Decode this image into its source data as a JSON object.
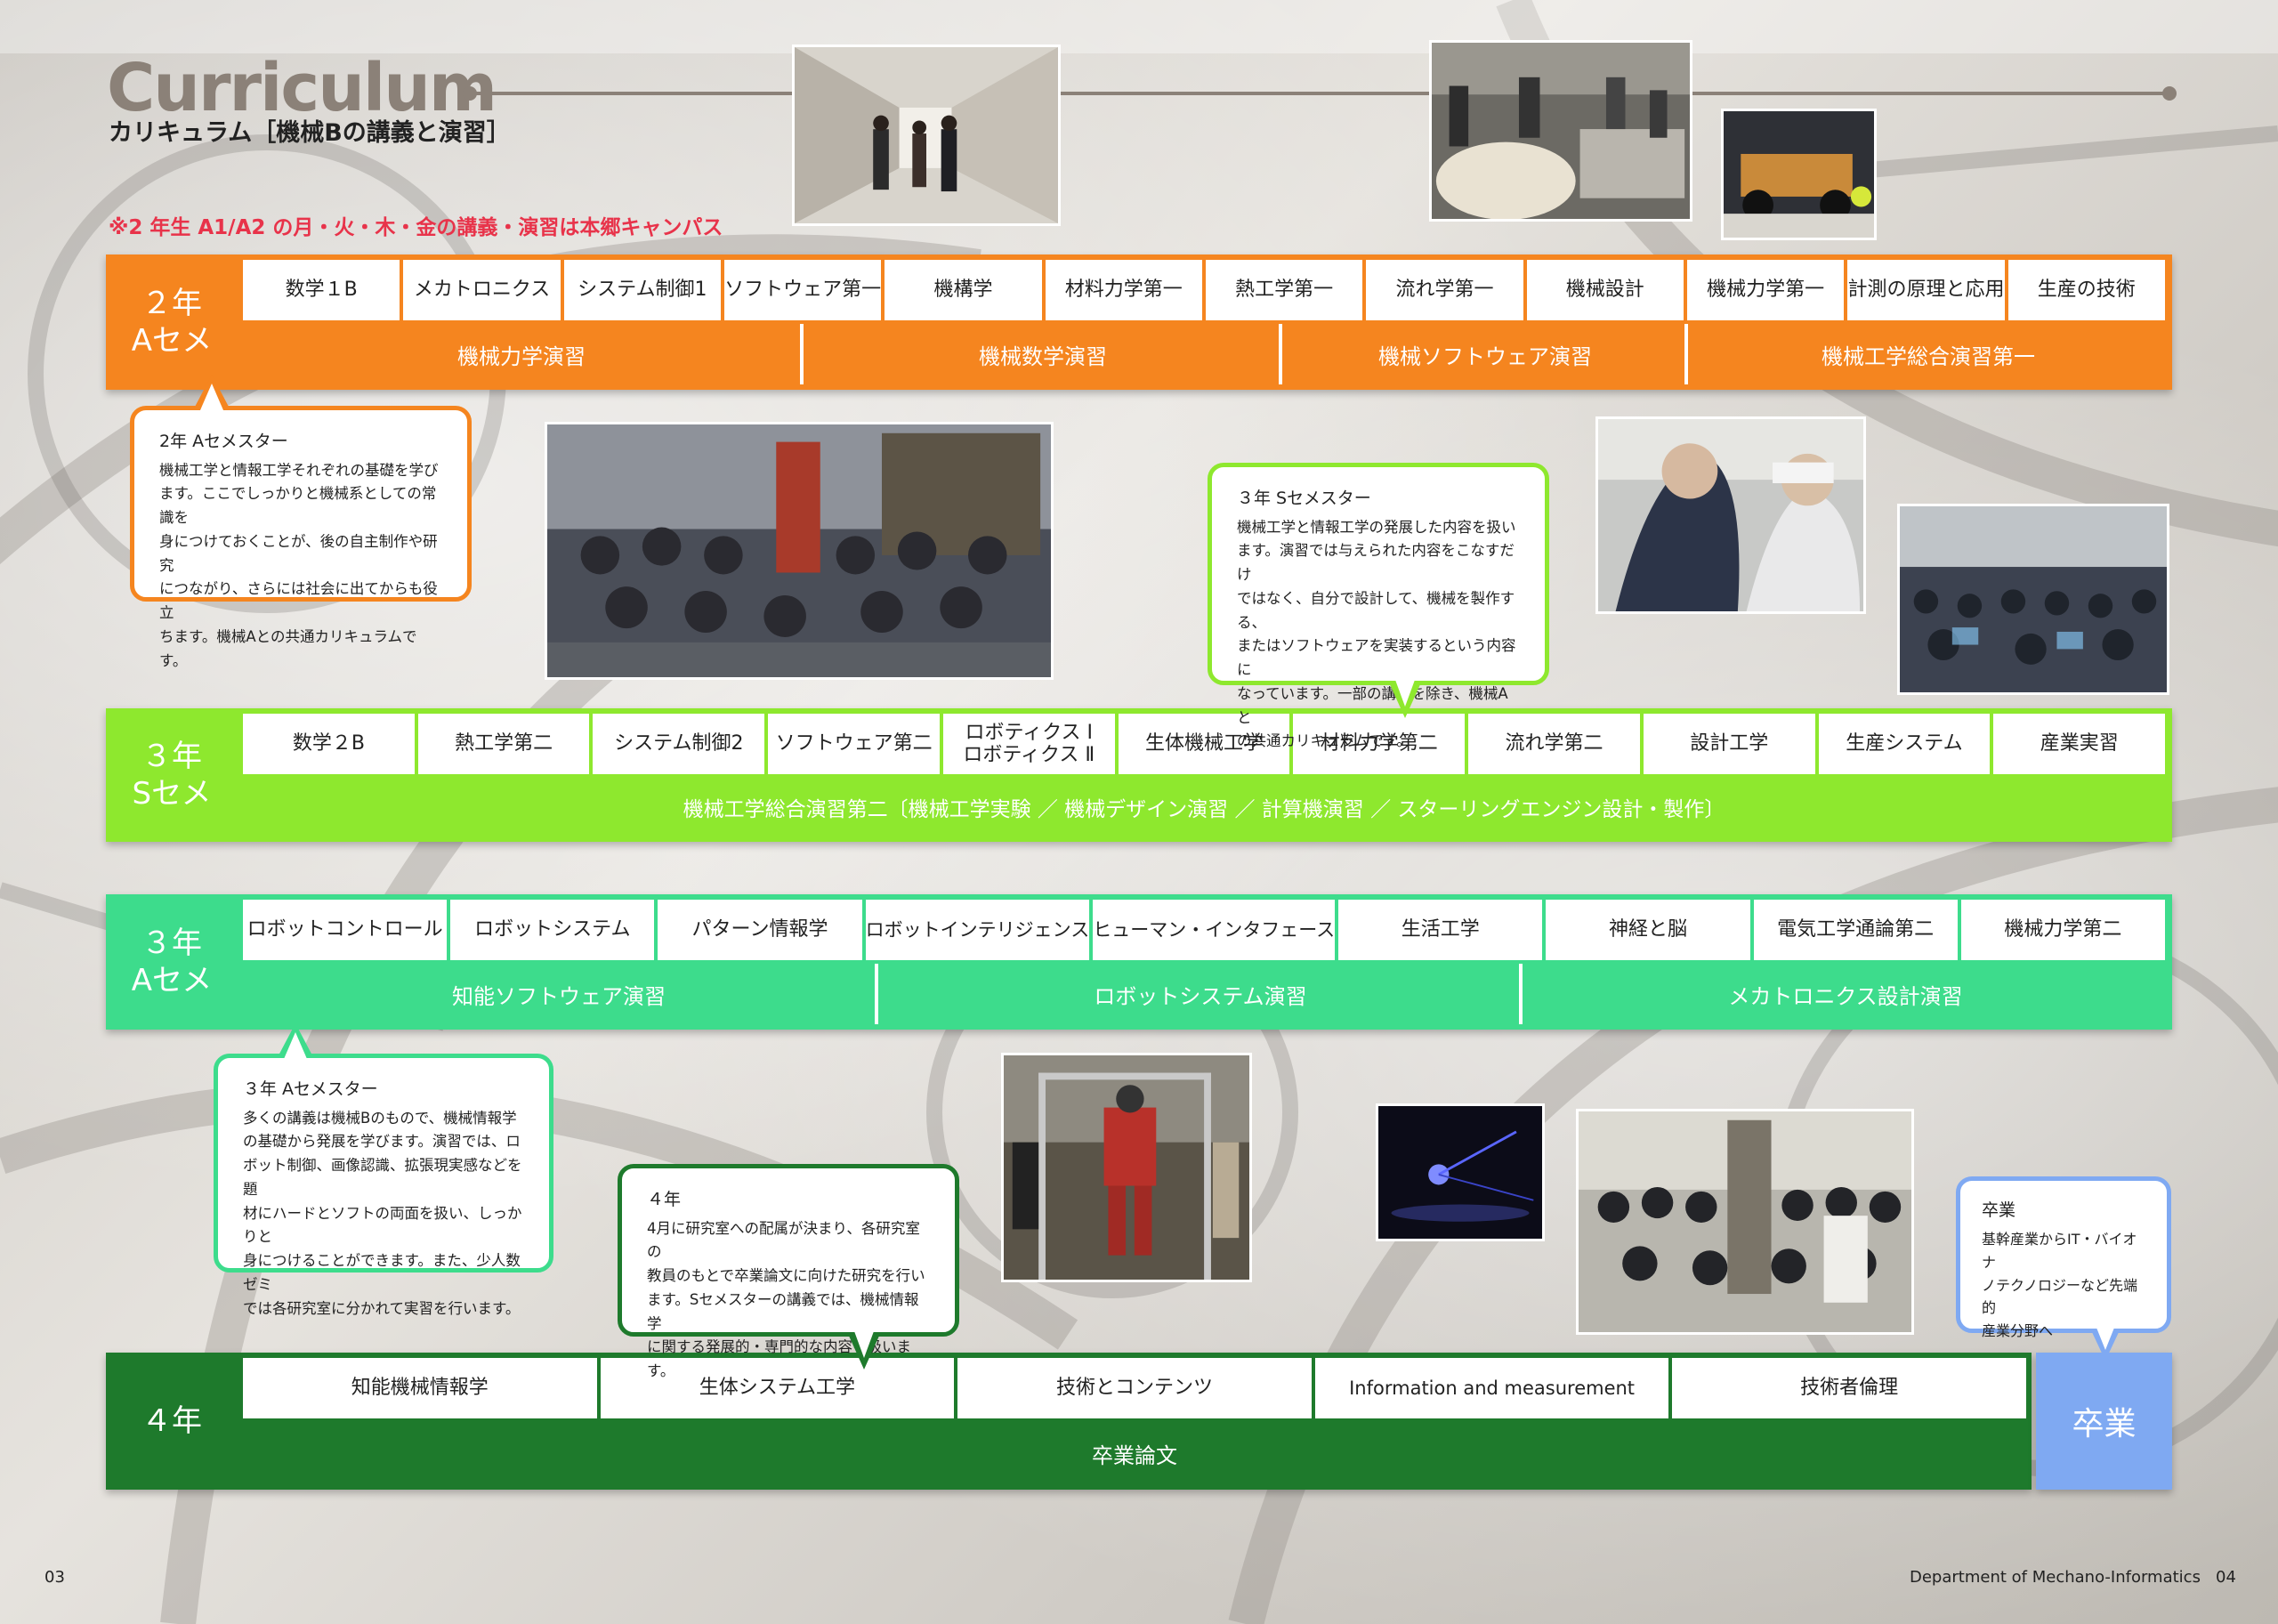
{
  "header": {
    "title": "Curriculum",
    "subtitle": "カリキュラム［機械Bの講義と演習］",
    "note": "※2 年生 A1/A2 の月・火・木・金の講義・演習は本郷キャンパス"
  },
  "colors": {
    "y2a": "#f5851f",
    "y3s": "#8ee82e",
    "y3a": "#3ddc8c",
    "y4": "#1e7a2c",
    "grad": "#7fa9f2",
    "title": "#8b8178"
  },
  "rows": {
    "y2a": {
      "label1": "２年",
      "label2": "Aセメ",
      "courses": [
        "数学１B",
        "メカトロニクス",
        "システム制御1",
        "ソフトウェア第一",
        "機構学",
        "材料力学第一",
        "熱工学第一",
        "流れ学第一",
        "機械設計",
        "機械力学第一",
        "計測の原理と応用",
        "生産の技術"
      ],
      "exercises": [
        "機械力学演習",
        "機械数学演習",
        "機械ソフトウェア演習",
        "機械工学総合演習第一"
      ]
    },
    "y3s": {
      "label1": "３年",
      "label2": "Sセメ",
      "courses": [
        "数学２B",
        "熱工学第二",
        "システム制御2",
        "ソフトウェア第二",
        "ロボティクス Ⅰ\nロボティクス Ⅱ",
        "生体機械工学",
        "材料力学第二",
        "流れ学第二",
        "設計工学",
        "生産システム",
        "産業実習"
      ],
      "exercise": "機械工学総合演習第二〔機械工学実験 ／ 機械デザイン演習 ／ 計算機演習 ／ スターリングエンジン設計・製作〕"
    },
    "y3a": {
      "label1": "３年",
      "label2": "Aセメ",
      "courses": [
        "ロボットコントロール",
        "ロボットシステム",
        "パターン情報学",
        "ロボットインテリジェンス",
        "ヒューマン・インタフェース",
        "生活工学",
        "神経と脳",
        "電気工学通論第二",
        "機械力学第二"
      ],
      "exercises": [
        "知能ソフトウェア演習",
        "ロボットシステム演習",
        "メカトロニクス設計演習"
      ]
    },
    "y4": {
      "label1": "４年",
      "courses": [
        "知能機械情報学",
        "生体システム工学",
        "技術とコンテンツ",
        "Information and measurement",
        "技術者倫理"
      ],
      "thesis": "卒業論文",
      "graduate": "卒業"
    }
  },
  "bubbles": {
    "y2a": {
      "heading": "2年 Aセメスター",
      "lines": [
        "機械工学と情報工学それぞれの基礎を学び",
        "ます。ここでしっかりと機械系としての常識を",
        "身につけておくことが、後の自主制作や研究",
        "につながり、さらには社会に出てからも役立",
        "ちます。機械Aとの共通カリキュラムです。"
      ]
    },
    "y3s": {
      "heading": "３年 Sセメスター",
      "lines": [
        "機械工学と情報工学の発展した内容を扱い",
        "ます。演習では与えられた内容をこなすだけ",
        "ではなく、自分で設計して、機械を製作する、",
        "またはソフトウェアを実装するという内容に",
        "なっています。一部の講義を除き、機械Aと",
        "の共通カリキュラムです。"
      ]
    },
    "y3a": {
      "heading": "３年 Aセメスター",
      "lines": [
        "多くの講義は機械Bのもので、機械情報学",
        "の基礎から発展を学びます。演習では、ロ",
        "ボット制御、画像認識、拡張現実感などを題",
        "材にハードとソフトの両面を扱い、しっかりと",
        "身につけることができます。また、少人数ゼミ",
        "では各研究室に分かれて実習を行います。"
      ]
    },
    "y4": {
      "heading": "４年",
      "lines": [
        "4月に研究室への配属が決まり、各研究室の",
        "教員のもとで卒業論文に向けた研究を行い",
        "ます。Sセメスターの講義では、機械情報学",
        "に関する発展的・専門的な内容を扱います。"
      ]
    },
    "grad": {
      "heading": "卒業",
      "lines": [
        "基幹産業からIT・バイオナ",
        "ノテクノロジーなど先端的",
        "産業分野へ"
      ]
    }
  },
  "footer": {
    "page_left": "03",
    "department": "Department of Mechano-Informatics",
    "page_right": "04"
  }
}
